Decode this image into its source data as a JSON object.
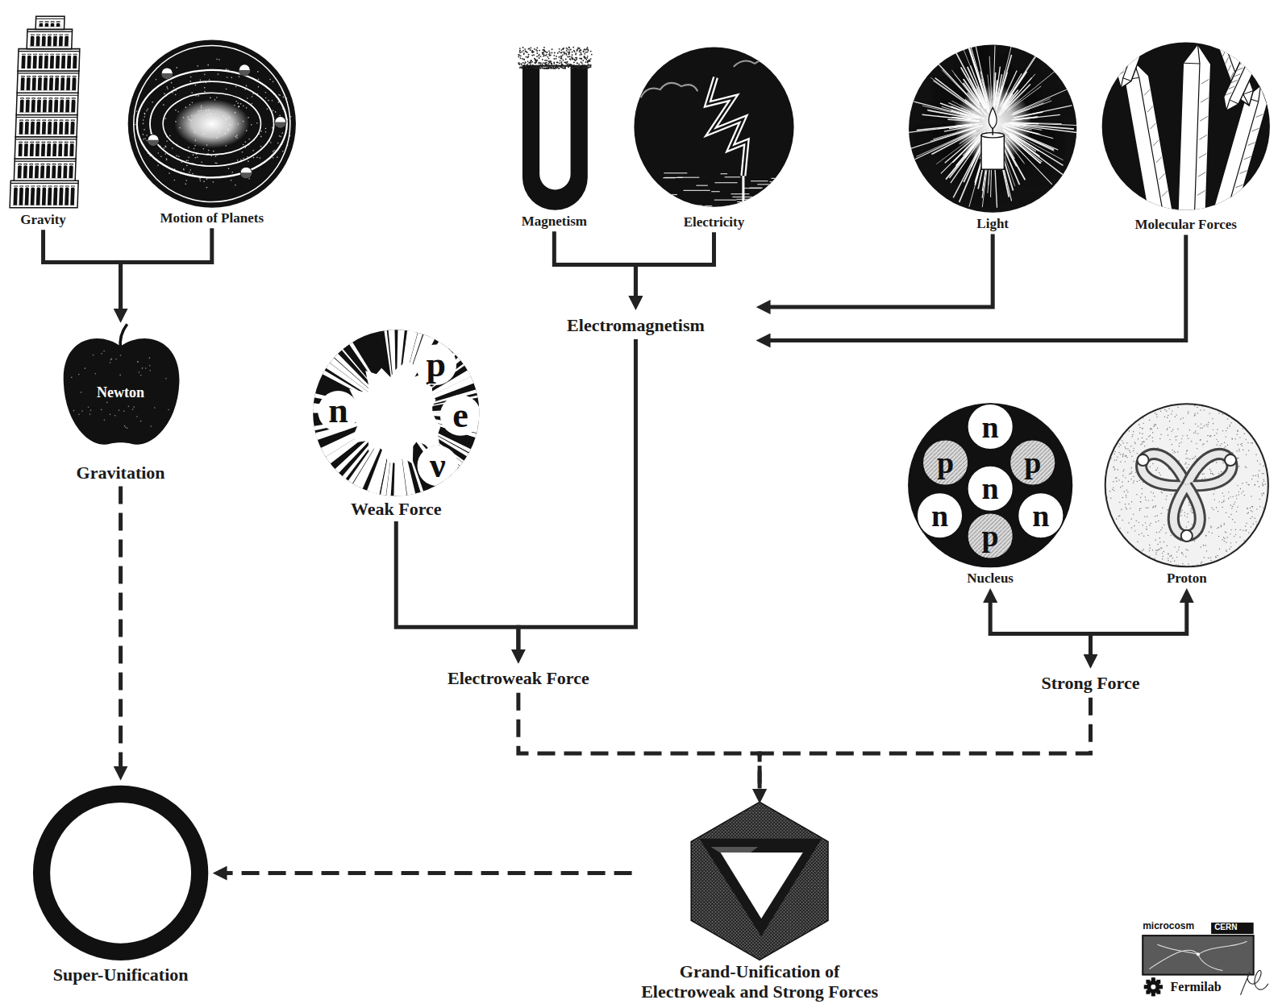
{
  "diagram": {
    "nodes": [
      {
        "text": [
          "Gravity"
        ]
      },
      {
        "text": [
          "Motion of Planets"
        ]
      },
      {
        "text": [
          "Magnetism"
        ]
      },
      {
        "text": [
          "Electricity"
        ]
      },
      {
        "text": [
          "Light"
        ]
      },
      {
        "text": [
          "Molecular Forces"
        ]
      },
      {
        "text": [
          "Newton",
          "Gravitation"
        ]
      },
      {
        "text": [
          "Electromagnetism"
        ]
      },
      {
        "text": [
          "n",
          "p",
          "e",
          "ν",
          "Weak Force"
        ]
      },
      {
        "text": [
          "Electroweak Force"
        ]
      },
      {
        "text": [
          "n",
          "p",
          "p",
          "n",
          "n",
          "p",
          "n",
          "Nucleus"
        ]
      },
      {
        "text": [
          "Proton"
        ]
      },
      {
        "text": [
          "Strong Force"
        ]
      },
      {
        "text": [
          "Grand-Unification of Electroweak and Strong Forces"
        ]
      },
      {
        "text": [
          "Super-Unification"
        ]
      }
    ],
    "edges": [
      {
        "from": 0,
        "to": 6,
        "arrow": "to"
      },
      {
        "from": 1,
        "to": 6,
        "arrow": "to"
      },
      {
        "from": 2,
        "to": 7,
        "arrow": "to"
      },
      {
        "from": 3,
        "to": 7,
        "arrow": "to"
      },
      {
        "from": 4,
        "to": 7,
        "arrow": "to"
      },
      {
        "from": 5,
        "to": 7,
        "arrow": "to"
      },
      {
        "from": 8,
        "to": 9,
        "arrow": "to"
      },
      {
        "from": 7,
        "to": 9,
        "arrow": "to"
      },
      {
        "from": 12,
        "to": 10,
        "arrow": "both"
      },
      {
        "from": 12,
        "to": 11,
        "arrow": "both"
      },
      {
        "from": 9,
        "to": 13,
        "arrow": "to"
      },
      {
        "from": 12,
        "to": 13,
        "arrow": "to"
      },
      {
        "from": 6,
        "to": 14,
        "arrow": "to"
      },
      {
        "from": 13,
        "to": 14,
        "arrow": "to"
      }
    ],
    "labels": [
      "microcosm",
      "CERN",
      "Fermilab"
    ]
  }
}
